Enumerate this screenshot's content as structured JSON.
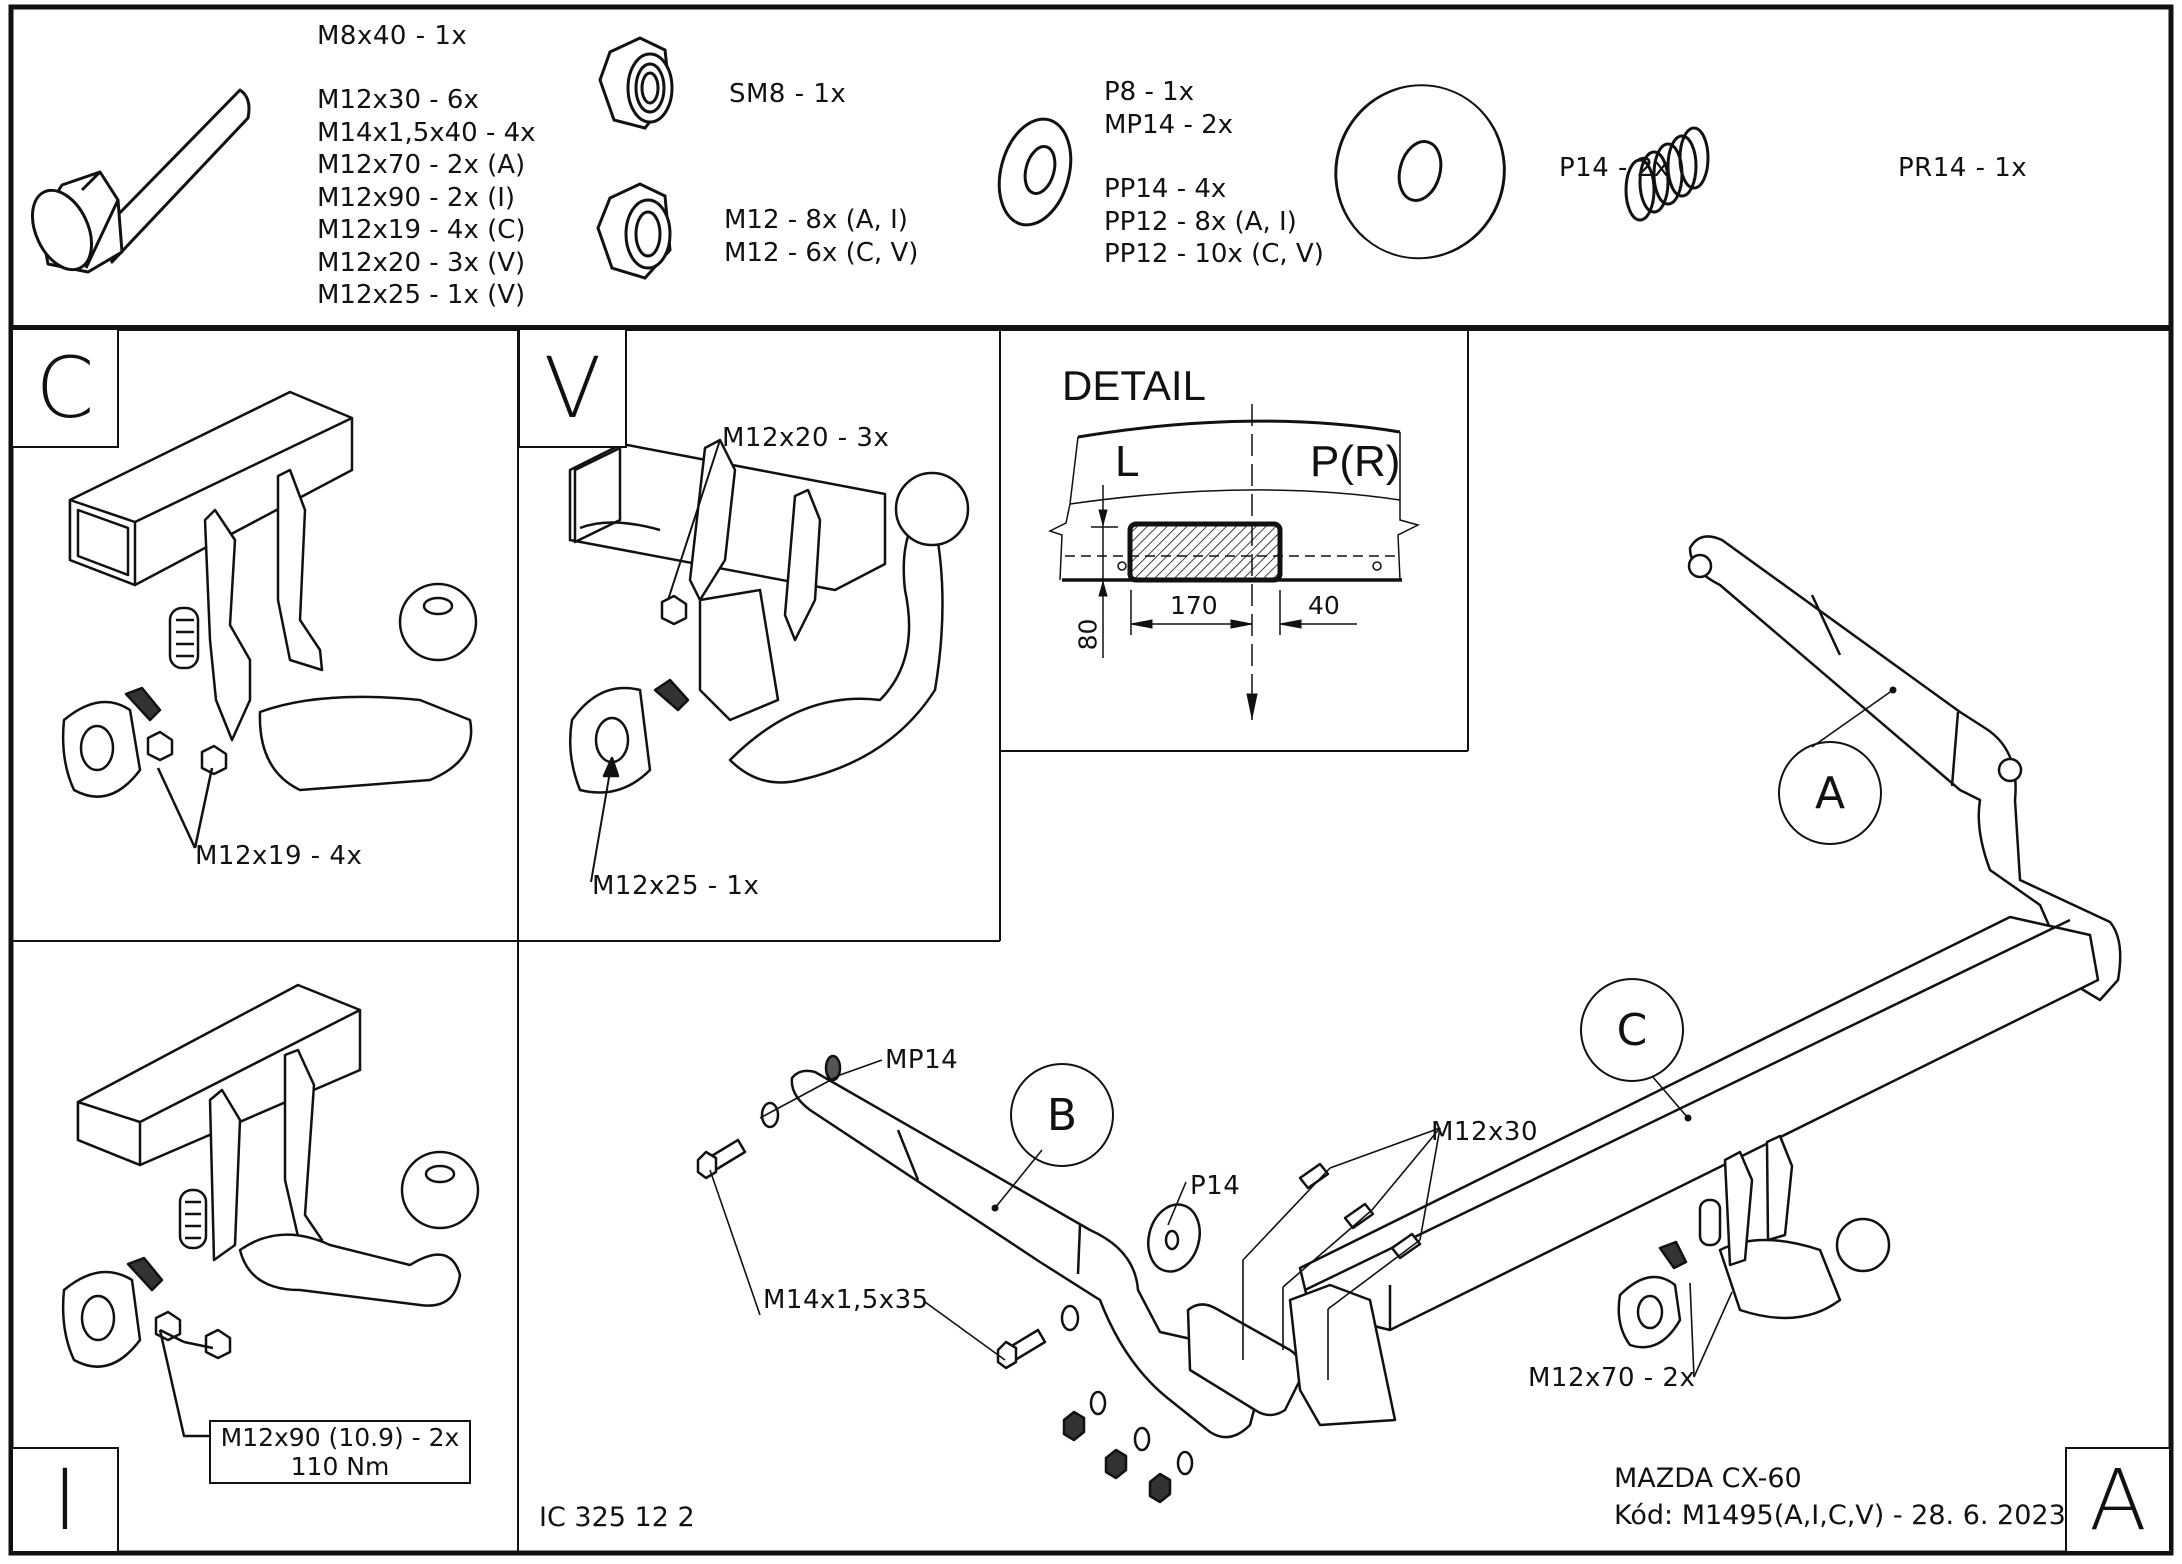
{
  "document": {
    "title": "MAZDA CX-60",
    "code_line": "Kód: M1495(A,I,C,V) - 28. 6. 2023",
    "drawing_number": "IC 325 12 2",
    "sheet_label": "A"
  },
  "parts_list": {
    "bolts": {
      "icon": "hex-bolt-icon",
      "top_item": "M8x40 - 1x",
      "items": [
        "M12x30 - 6x",
        "M14x1,5x40 - 4x",
        "M12x70 - 2x (A)",
        "M12x90 - 2x (I)",
        "M12x19 - 4x (C)",
        "M12x20 - 3x (V)",
        "M12x25 - 1x (V)"
      ]
    },
    "self_locking_nut": {
      "icon": "nylon-lock-nut-icon",
      "items": [
        "SM8 - 1x"
      ]
    },
    "nuts": {
      "icon": "hex-nut-icon",
      "items": [
        "M12 - 8x (A, I)",
        "M12 - 6x (C, V)"
      ]
    },
    "washers": {
      "icon": "flat-washer-icon",
      "group1": [
        "P8 - 1x",
        "MP14 - 2x"
      ],
      "group2": [
        "PP14 - 4x",
        "PP12 - 8x (A, I)",
        "PP12 - 10x (C, V)"
      ]
    },
    "large_washer": {
      "icon": "large-washer-icon",
      "items": [
        "P14 - 2x"
      ]
    },
    "spring": {
      "icon": "coil-spring-icon",
      "items": [
        "PR14 - 1x"
      ]
    }
  },
  "panels": {
    "c": {
      "label": "C",
      "callouts": [
        "M12x19 - 4x"
      ]
    },
    "v": {
      "label": "V",
      "callouts": [
        "M12x20 - 3x",
        "M12x25 - 1x"
      ]
    },
    "i": {
      "label": "I",
      "note_line1": "M12x90 (10.9) - 2x",
      "note_line2": "110 Nm"
    },
    "detail": {
      "title": "DETAIL",
      "left_label": "L",
      "right_label": "P(R)",
      "dim_height": "80",
      "dim_width": "170",
      "dim_offset": "40"
    }
  },
  "main_assembly": {
    "part_tags": [
      "A",
      "B",
      "C"
    ],
    "callouts": {
      "mp14": "MP14",
      "p14": "P14",
      "m14": "M14x1,5x35",
      "m12x30": "M12x30",
      "m12x70": "M12x70 - 2x"
    }
  }
}
